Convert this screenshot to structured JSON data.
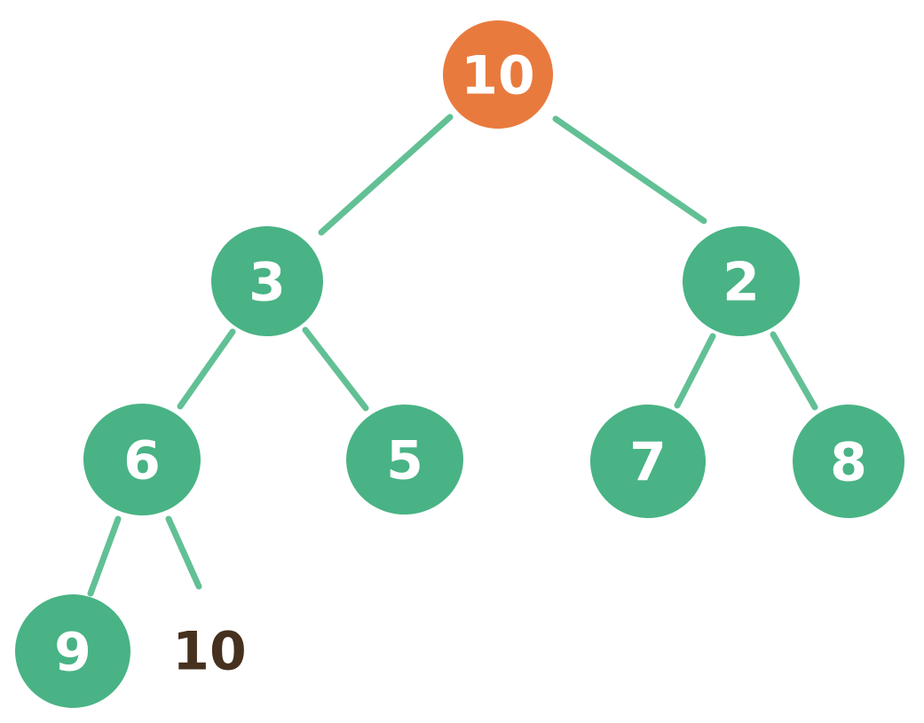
{
  "diagram": {
    "type": "binary-tree",
    "background": "#ffffff",
    "colors": {
      "node_fill_green": "#49b385",
      "node_fill_orange": "#e97a3e",
      "edge_green": "#55bb8d",
      "node_text_light": "#ffffff",
      "dashed_node_stroke_green": "#4fb98a",
      "dashed_node_fill": "#ffffff",
      "dashed_node_text_brown": "#46311f"
    },
    "nodes": [
      {
        "id": "root",
        "value": "10",
        "style": "highlighted-orange"
      },
      {
        "id": "left-child",
        "value": "3",
        "style": "solid-green"
      },
      {
        "id": "right-child",
        "value": "2",
        "style": "solid-green"
      },
      {
        "id": "left-left",
        "value": "6",
        "style": "solid-green"
      },
      {
        "id": "left-right",
        "value": "5",
        "style": "solid-green"
      },
      {
        "id": "right-left",
        "value": "7",
        "style": "solid-green"
      },
      {
        "id": "right-right",
        "value": "8",
        "style": "solid-green"
      },
      {
        "id": "left-left-left",
        "value": "9",
        "style": "solid-green"
      },
      {
        "id": "left-left-right",
        "value": "10",
        "style": "dashed-outline"
      }
    ],
    "edges": [
      {
        "from": "10",
        "to": "3"
      },
      {
        "from": "10",
        "to": "2"
      },
      {
        "from": "3",
        "to": "6"
      },
      {
        "from": "3",
        "to": "5"
      },
      {
        "from": "2",
        "to": "7"
      },
      {
        "from": "2",
        "to": "8"
      },
      {
        "from": "6",
        "to": "9"
      },
      {
        "from": "6",
        "to": "10"
      }
    ]
  }
}
